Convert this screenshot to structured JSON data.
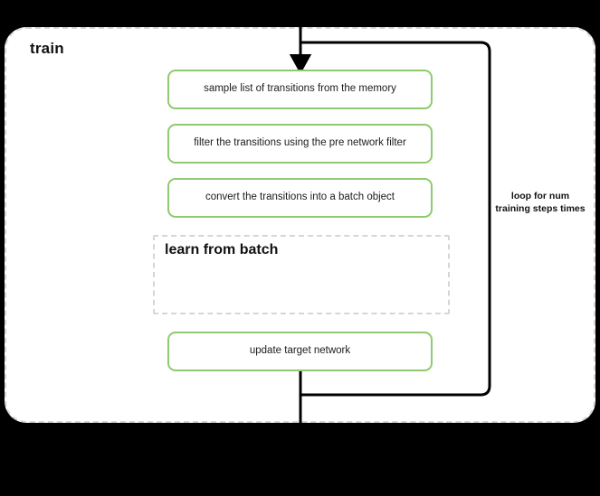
{
  "diagram": {
    "title": "train",
    "outer_container": {
      "label": "train",
      "border_style": "dashed",
      "border_color": "#d6d6d6",
      "background": "#ffffff"
    },
    "accent_color": "#8fca6e",
    "line_color": "#000000",
    "steps": [
      {
        "id": "sample",
        "label": "sample list of transitions from the memory"
      },
      {
        "id": "filter",
        "label": "filter the transitions using the pre network filter"
      },
      {
        "id": "convert",
        "label": "convert the transitions into a batch object"
      },
      {
        "id": "update",
        "label": "update target network"
      }
    ],
    "subgroup": {
      "id": "learn-from-batch",
      "label": "learn from batch",
      "border_style": "dashed",
      "border_color": "#d6d6d6"
    },
    "loop": {
      "label": "loop for num training steps times",
      "direction": "back-edge"
    },
    "connectors": {
      "entry_arrow": "down-arrow-into-first-step",
      "exit_line": "down-line-out-of-container"
    }
  }
}
